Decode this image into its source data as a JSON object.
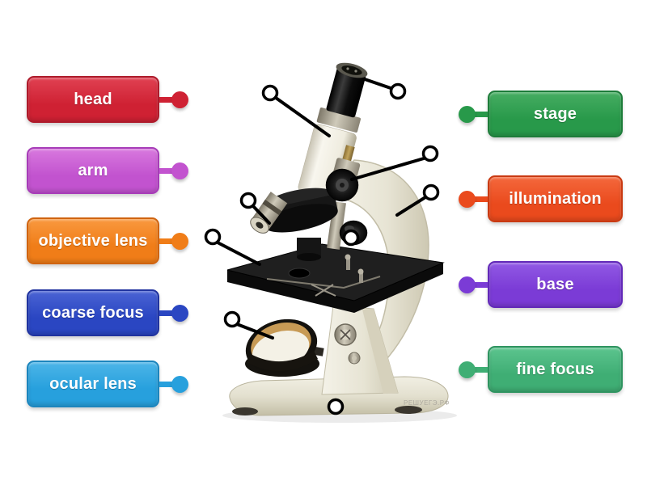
{
  "watermark": "РЕШУЕГЭ.РФ",
  "marker_fill": "#ffffff",
  "marker_ring": "#000000",
  "left_labels": [
    {
      "text": "head",
      "color_top": "#e04152",
      "color": "#cf2133",
      "border": "#ae1b2b"
    },
    {
      "text": "arm",
      "color_top": "#d878de",
      "color": "#c253cf",
      "border": "#a73cb8"
    },
    {
      "text": "objective lens",
      "color_top": "#f9993f",
      "color": "#f07d18",
      "border": "#d06410"
    },
    {
      "text": "coarse focus",
      "color_top": "#4a63d4",
      "color": "#2a46c2",
      "border": "#20339f"
    },
    {
      "text": "ocular lens",
      "color_top": "#4cb5e8",
      "color": "#27a0dd",
      "border": "#1c85bd"
    }
  ],
  "right_labels": [
    {
      "text": "stage",
      "color_top": "#46ad62",
      "color": "#28994a",
      "border": "#1e7c3a"
    },
    {
      "text": "illumination",
      "color_top": "#f4683c",
      "color": "#ea4a1d",
      "border": "#c93a12"
    },
    {
      "text": "base",
      "color_top": "#9159e4",
      "color": "#7b3bd6",
      "border": "#6229b8"
    },
    {
      "text": "fine focus",
      "color_top": "#5cc48e",
      "color": "#3fae74",
      "border": "#2f9460"
    }
  ]
}
